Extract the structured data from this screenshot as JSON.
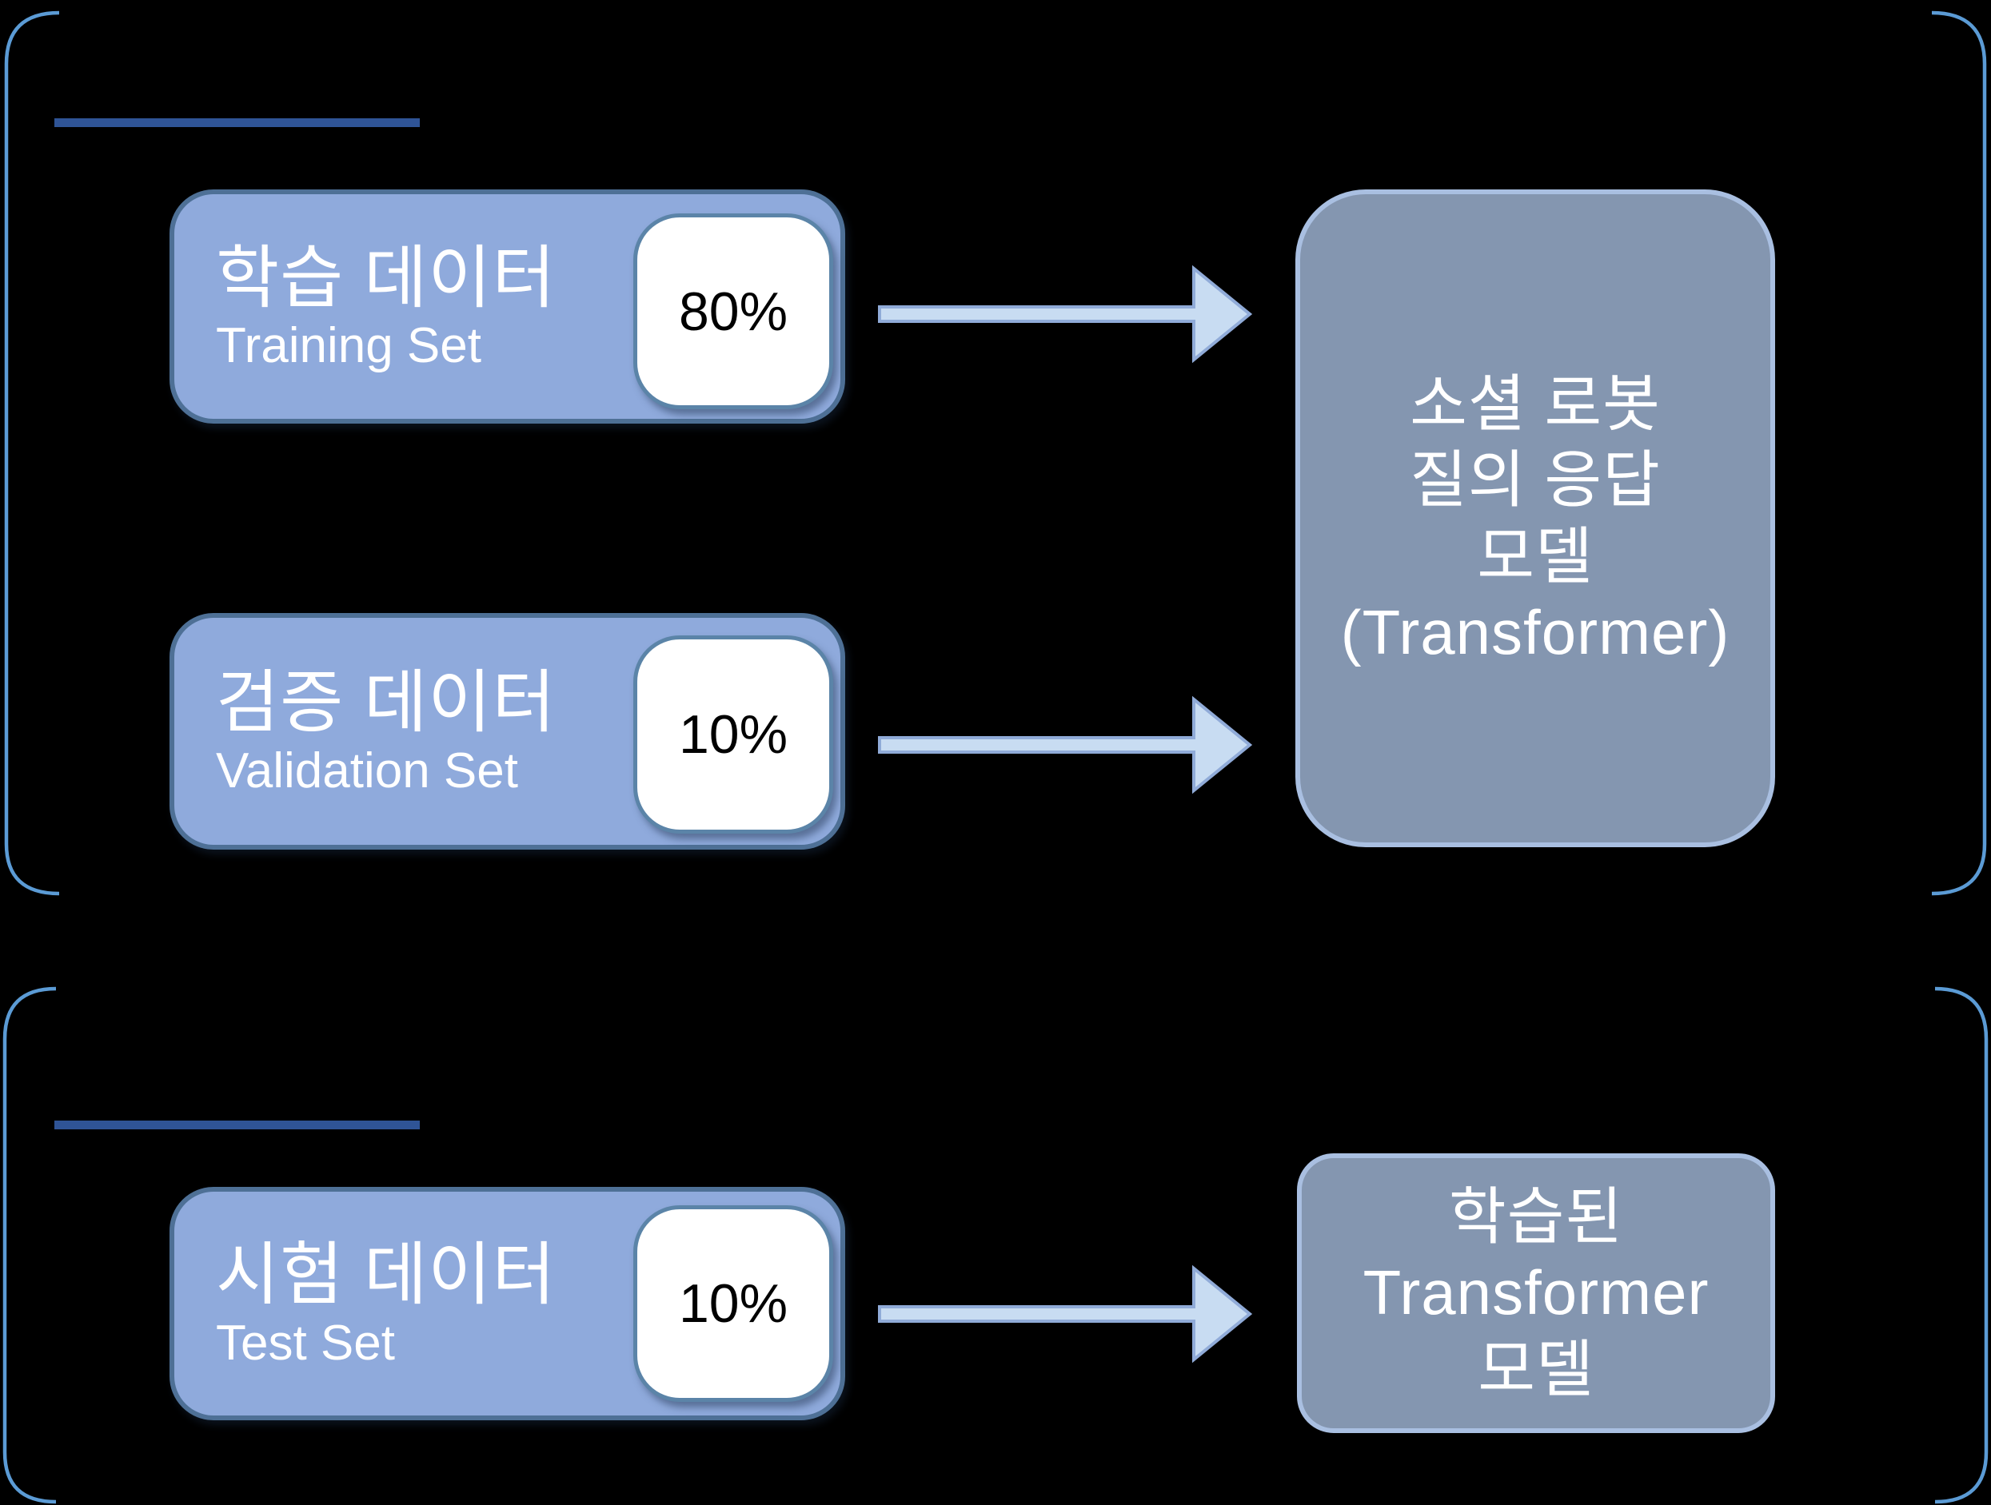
{
  "colors": {
    "background": "#000000",
    "dataset_box_fill": "#8FAADC",
    "dataset_box_border": "#4E7096",
    "percent_box_fill": "#FFFFFF",
    "percent_box_border": "#5B84A8",
    "model_box_fill": "#8496B0",
    "model_box_border": "#A9BFE1",
    "arrow_fill": "#C8DCF2",
    "arrow_border": "#90ABD8",
    "bracket_color": "#5B9BD5",
    "divider_color": "#2F5496",
    "percent_text_color": "#000000",
    "box_text_color": "#FFFFFF"
  },
  "top_section": {
    "datasets": [
      {
        "title": "학습 데이터",
        "subtitle": "Training Set",
        "percent": "80%"
      },
      {
        "title": "검증 데이터",
        "subtitle": "Validation Set",
        "percent": "10%"
      }
    ],
    "model": {
      "line1": "소셜 로봇",
      "line2": "질의 응답",
      "line3": "모델",
      "line4": "(Transformer)"
    }
  },
  "bottom_section": {
    "datasets": [
      {
        "title": "시험 데이터",
        "subtitle": "Test Set",
        "percent": "10%"
      }
    ],
    "model": {
      "line1": "학습된",
      "line2": "Transformer",
      "line3": "모델"
    }
  }
}
